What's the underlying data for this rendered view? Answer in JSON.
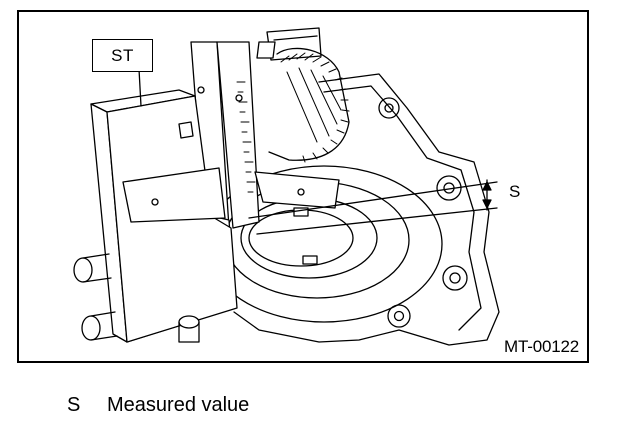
{
  "figure": {
    "tool_callout": "ST",
    "dimension_label": "S",
    "figure_id": "MT-00122"
  },
  "legend": [
    {
      "symbol": "S",
      "text": "Measured value"
    }
  ],
  "colors": {
    "ink": "#000000",
    "paper": "#ffffff"
  }
}
